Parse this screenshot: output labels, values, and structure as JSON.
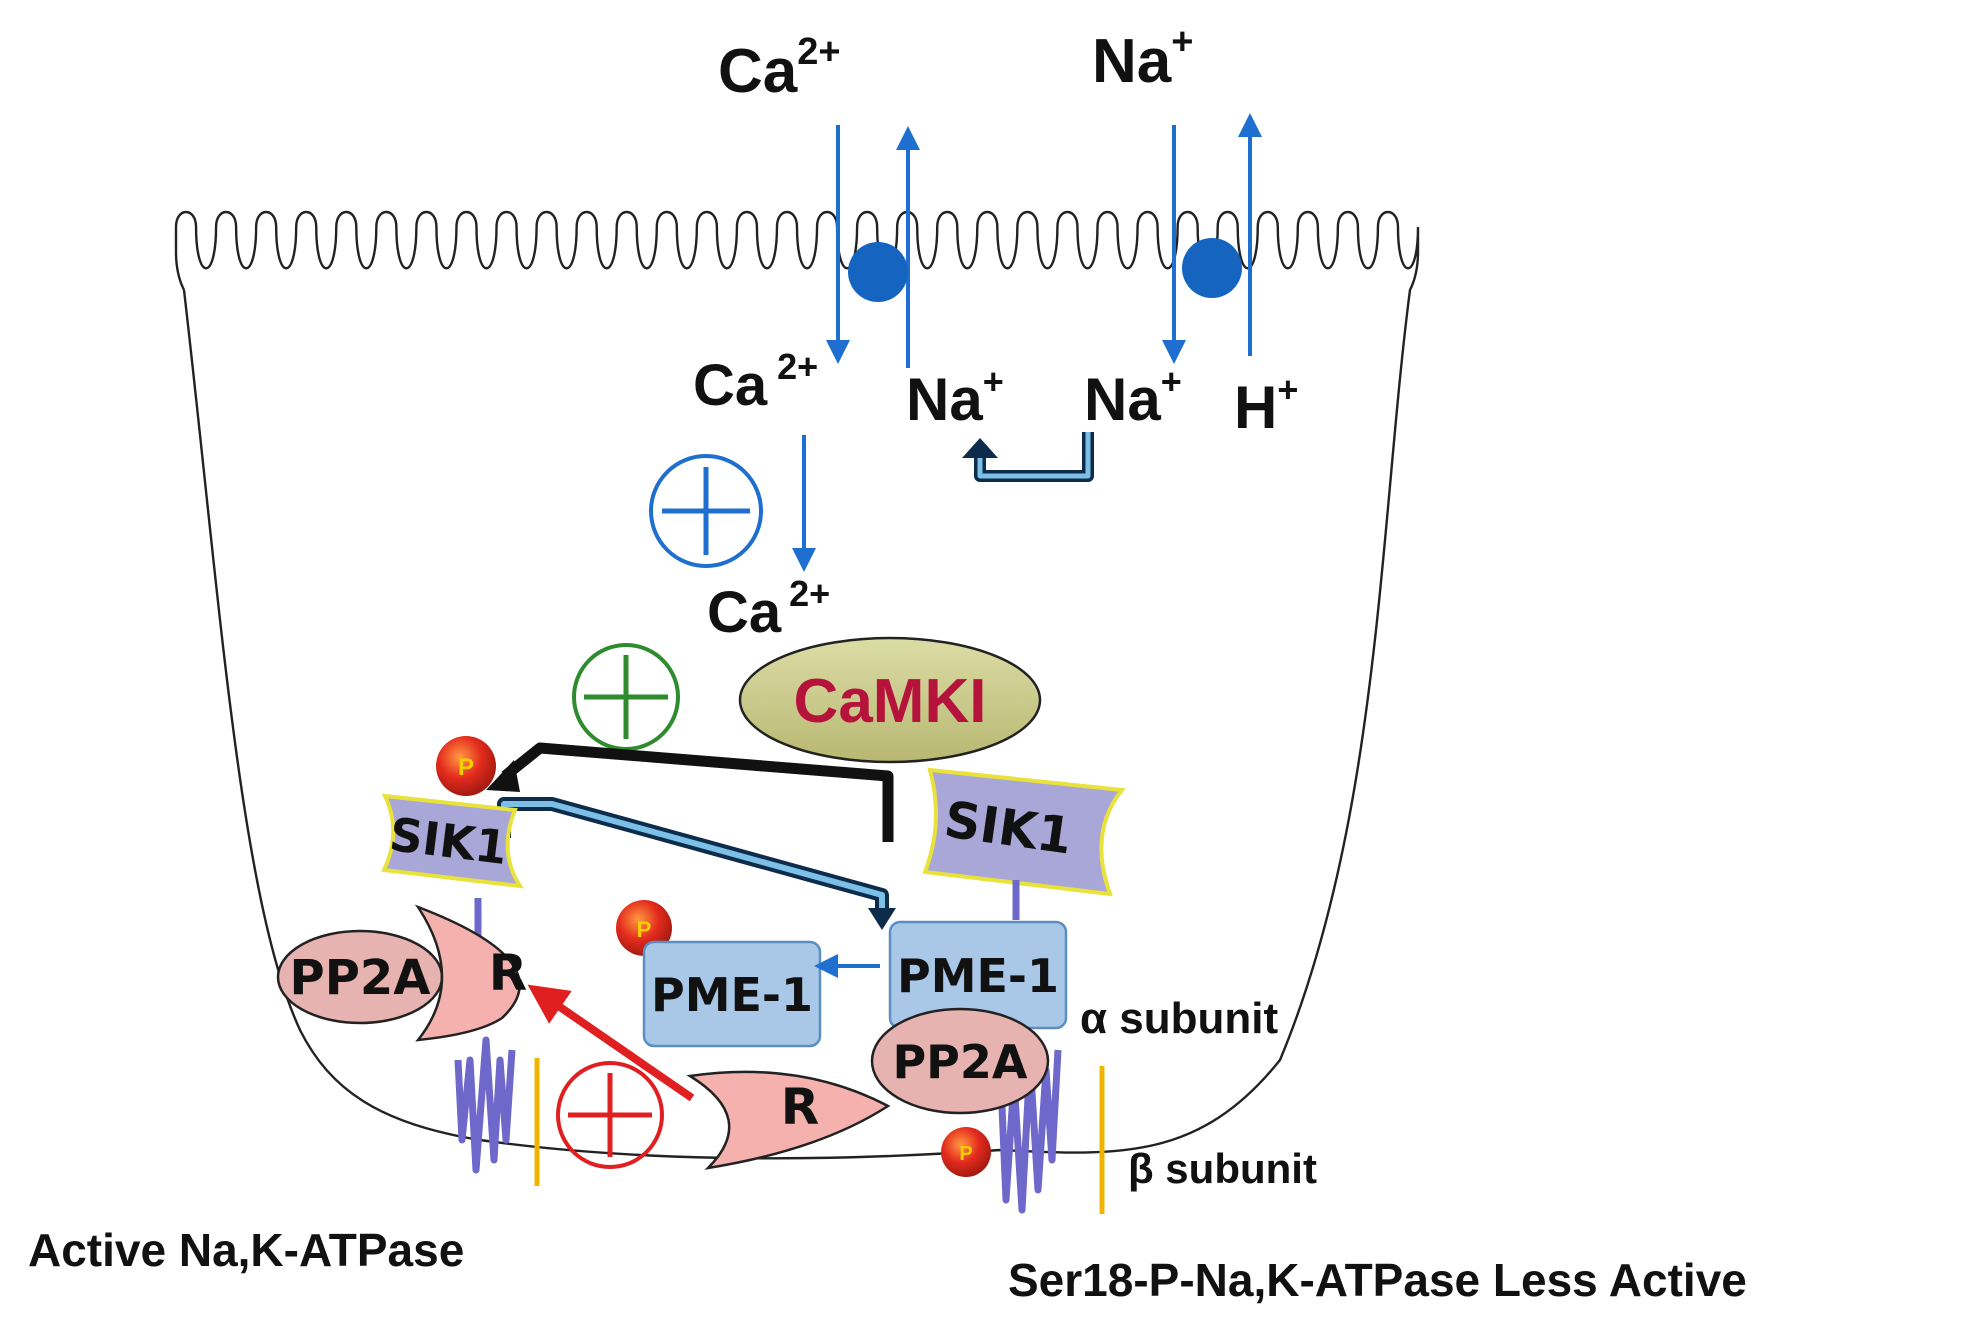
{
  "ions": {
    "ca_ext": {
      "base": "Ca",
      "sup": "2+"
    },
    "na_ext": {
      "base": "Na",
      "sup": "+"
    },
    "ca_in1": {
      "base": "Ca",
      "sup": "2+"
    },
    "na_in1": {
      "base": "Na",
      "sup": "+"
    },
    "na_in2": {
      "base": "Na",
      "sup": "+"
    },
    "h_in": {
      "base": "H",
      "sup": "+"
    },
    "ca_in2": {
      "base": "Ca",
      "sup": "2+"
    }
  },
  "proteins": {
    "camki": "CaMKI",
    "sik1_left": "SIK1",
    "sik1_right": "SIK1",
    "pp2a_left": "PP2A",
    "pp2a_right": "PP2A",
    "r_left": "R",
    "r_bottom": "R",
    "pme1_left": "PME-1",
    "pme1_right": "PME-1",
    "phospho": "P"
  },
  "labels": {
    "alpha_subunit": "α subunit",
    "beta_subunit": "β subunit",
    "active": "Active Na,K-ATPase",
    "less_active": "Ser18-P-Na,K-ATPase Less Active"
  },
  "colors": {
    "ion_arrow": "#1f6fd0",
    "transporter": "#1565c0",
    "plus_blue": "#1f6fd0",
    "plus_green": "#2e8b2e",
    "plus_red": "#e02020",
    "camki_fill": "#c9c989",
    "camki_text": "#b5123c",
    "sik1_fill": "#a9a6d8",
    "pp2a_fill": "#e7b3b0",
    "r_fill": "#f4b1ad",
    "pme1_fill": "#a9c8e8",
    "phospho_fill": "#e32b1e",
    "phospho_text": "#f5d000",
    "atpase": "#6d68c9",
    "beta_bar": "#f0b400"
  }
}
